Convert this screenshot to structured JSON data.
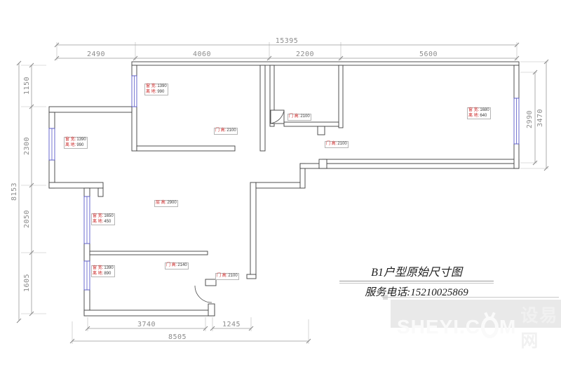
{
  "drawing": {
    "title": "B1户型原始尺寸图",
    "phone": "服务电话:15210025869"
  },
  "watermark": {
    "brand_left": "SHEYI.C",
    "brand_right": "M",
    "brand_cn": "设易网"
  },
  "dims": {
    "top_total": "15395",
    "top_seg": [
      "2490",
      "4060",
      "2200",
      "5600"
    ],
    "left_total": "8153",
    "left_seg": [
      "1150",
      "2300",
      "2050",
      "1605"
    ],
    "right_inner": "2990",
    "right_outer": "3470",
    "bottom_seg": [
      "3740",
      "1245"
    ],
    "bottom_total": "8505"
  },
  "annotations": {
    "tl_window": {
      "k1": "窗 宽:",
      "v1": "1390",
      "k2": "离 地:",
      "v2": "990"
    },
    "lw_window": {
      "k1": "窗 宽:",
      "v1": "1390",
      "k2": "离 地:",
      "v2": "990"
    },
    "tl_door": {
      "k1": "门 高:",
      "v1": "2100"
    },
    "bath_door": {
      "k1": "门 高:",
      "v1": "2100"
    },
    "br_door": {
      "k1": "门 高:",
      "v1": "2100"
    },
    "br_window": {
      "k1": "窗 宽:",
      "v1": "1680",
      "k2": "离 地:",
      "v2": "640"
    },
    "mid_window": {
      "k1": "窗 宽:",
      "v1": "1650",
      "k2": "离 地:",
      "v2": "450"
    },
    "ceiling": {
      "k1": "层 高:",
      "v1": "2900"
    },
    "bot_window": {
      "k1": "窗 宽:",
      "v1": "1390",
      "k2": "离 地:",
      "v2": "890"
    },
    "bot_door": {
      "k1": "门 高:",
      "v1": "2140"
    },
    "entry_door": {
      "k1": "门 高:",
      "v1": "2100"
    }
  },
  "colors": {
    "wall": "#3f3f3f",
    "window": "#5858c8",
    "dimension": "#8c8c8c",
    "annotation_key": "#cc2a2a",
    "annotation_value": "#3a3a3a",
    "watermark_band": "#e9e9e9",
    "watermark_text": "#fafafa"
  }
}
